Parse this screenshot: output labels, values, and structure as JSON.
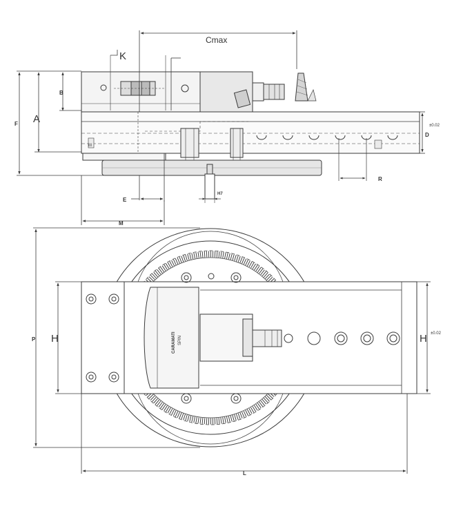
{
  "drawing": {
    "labels": {
      "c_max": "Cmax",
      "k": "K",
      "b": "B",
      "a": "A",
      "f": "F",
      "d": "D",
      "d_tol": "±0.02",
      "r": "R",
      "e": "E",
      "h7": "H7",
      "m": "M",
      "p": "P",
      "h_left": "H",
      "h_right": "H",
      "h_tol": "±0.02",
      "l": "L",
      "brand": "CARAMATI",
      "brand_sub": "SPIN",
      "marker": "III"
    },
    "colors": {
      "line": "#3a3a3a",
      "light": "#777777",
      "fill_light": "#ececec",
      "fill_mid": "#d9d9d9"
    }
  }
}
